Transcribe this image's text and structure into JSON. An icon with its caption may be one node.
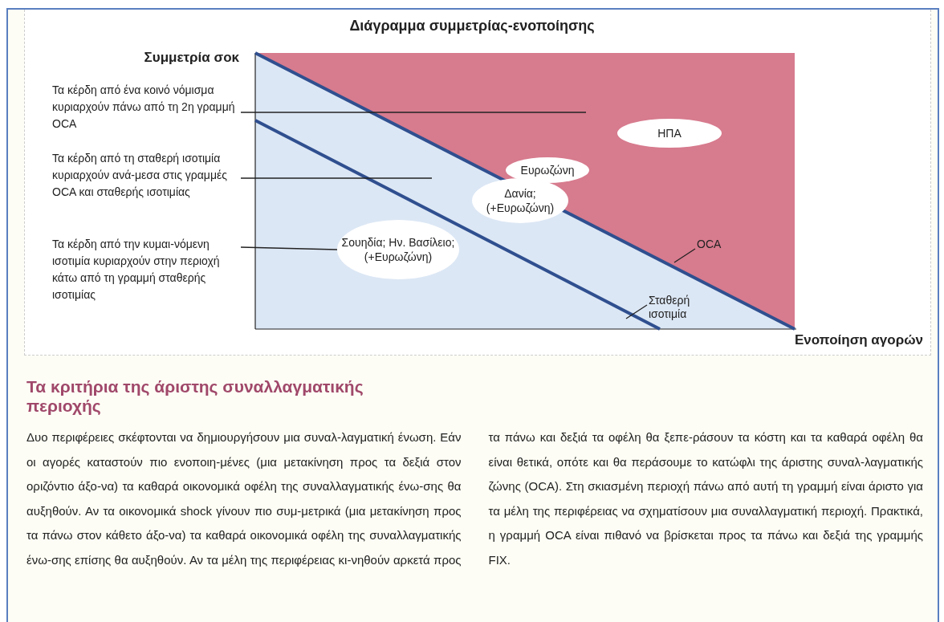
{
  "diagram": {
    "title": "Διάγραμμα συμμετρίας-ενοποίησης",
    "nodes": [
      {
        "text": [
          "Τα κέρδη από ένα κοινό νόμισμα κυριαρχούν πάνω από τη 2η γραμμή OCA"
        ]
      },
      {
        "text": [
          "Τα κέρδη από τη σταθερή ισοτιμία κυριαρχούν ανά-μεσα στις γραμμές OCA και σταθερής ισοτιμίας"
        ]
      },
      {
        "text": [
          "Τα κέρδη από την κυμαι-νόμενη ισοτιμία κυριαρχούν στην περιοχή κάτω από τη γραμμή σταθερής ισοτιμίας"
        ]
      },
      {
        "text": [
          "ΗΠΑ"
        ]
      },
      {
        "text": [
          "Ευρωζώνη"
        ]
      },
      {
        "text": [
          "Δανία; (+Ευρωζώνη)"
        ]
      },
      {
        "text": [
          "Σουηδία; Ην. Βασίλειο; (+Ευρωζώνη)"
        ]
      },
      {
        "text": [
          "OCA"
        ]
      },
      {
        "text": [
          "Σταθερή ισοτιμία"
        ]
      }
    ],
    "edges": [
      {
        "from": 0,
        "to": null,
        "arrow": "none"
      },
      {
        "from": 1,
        "to": null,
        "arrow": "none"
      },
      {
        "from": 2,
        "to": 6,
        "arrow": "none"
      },
      {
        "from": 7,
        "to": null,
        "arrow": "none"
      },
      {
        "from": 8,
        "to": null,
        "arrow": "none"
      }
    ],
    "labels": [
      "Συμμετρία σοκ",
      "Ενοποίηση αγορών",
      "Τα κριτήρια της άριστης συναλλαγματικής περιοχής",
      "Δυο περιφέρειες σκέφτονται να δημιουργήσουν μια συναλ-λαγματική ένωση. Εάν οι αγορές καταστούν πιο ενοποιη-μένες (μια μετακίνηση προς τα δεξιά στον οριζόντιο άξο-να) τα καθαρά οικονομικά οφέλη της συναλλαγματικής ένω-σης θα αυξηθούν. Αν τα οικονομικά shock γίνουν πιο συμ-μετρικά (μια μετακίνηση προς τα πάνω στον κάθετο άξο-να) τα καθαρά οικονομικά οφέλη της συναλλαγματικής ένω-σης επίσης θα αυξηθούν. Αν τα μέλη της περιφέρειας κι-νηθούν αρκετά προς τα πάνω και δεξιά τα οφέλη θα ξεπε-ράσουν τα κόστη και τα καθαρά οφέλη θα είναι θετικά, οπότε και θα περάσουμε το κατώφλι της άριστης συναλ-λαγματικής ζώνης (OCA). Στη σκιασμένη περιοχή πάνω από αυτή τη γραμμή είναι άριστο για τα μέλη της περιφέρειας να σχηματίσουν μια συναλλαγματική περιοχή. Πρακτικά, η γραμμή OCA είναι πιθανό να βρίσκεται προς τα πάνω και δεξιά της γραμμής FIX."
    ]
  }
}
